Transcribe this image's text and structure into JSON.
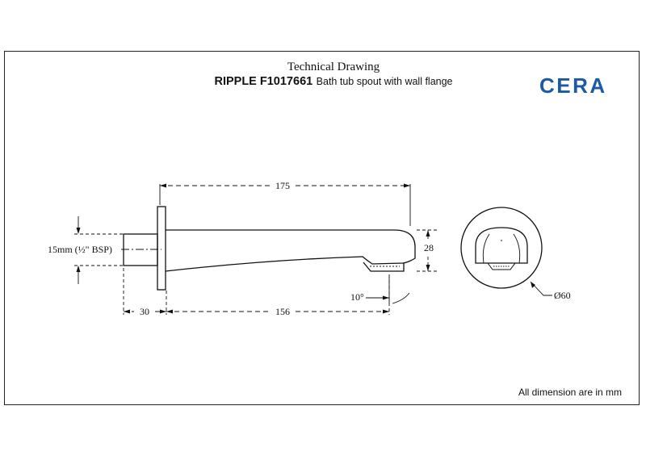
{
  "header": {
    "title": "Technical Drawing",
    "model": "RIPPLE F1017661",
    "description": "Bath tub spout with wall flange"
  },
  "brand": {
    "logo_text": "CERA",
    "color": "#1b5aa6"
  },
  "dimensions": {
    "overall_length": "175",
    "flange_offset": "30",
    "spout_length": "156",
    "height": "28",
    "angle": "10°",
    "connection": "15mm (½\" BSP)",
    "diameter": "Ø60"
  },
  "footer": {
    "note": "All dimension are in mm"
  }
}
